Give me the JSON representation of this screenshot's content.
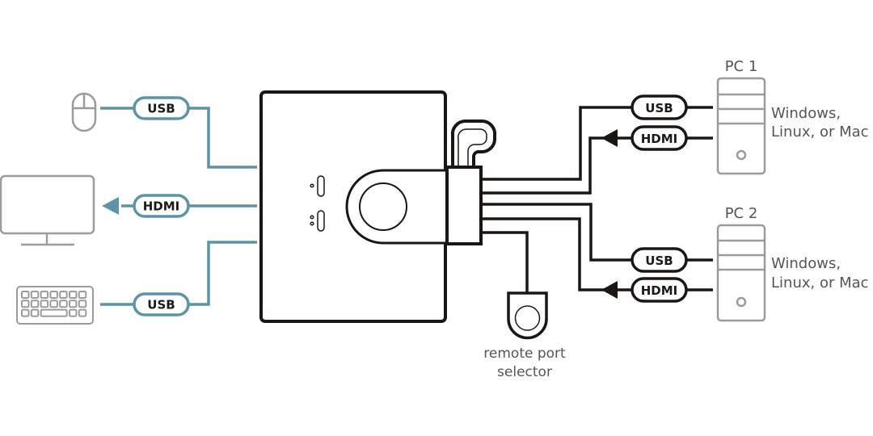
{
  "colors": {
    "teal": "#5b93a8",
    "dark": "#1a1614",
    "gray": "#9b9b9b",
    "text_gray": "#555555"
  },
  "left_side": {
    "mouse": {
      "icon": "mouse-icon",
      "cable_label": "USB"
    },
    "monitor": {
      "icon": "monitor-icon",
      "cable_label": "HDMI"
    },
    "keyboard": {
      "icon": "keyboard-icon",
      "cable_label": "USB"
    }
  },
  "switch": {
    "icon": "kvm-switch-icon",
    "port_indicators": [
      "port-1-led",
      "port-2-led"
    ]
  },
  "remote": {
    "icon": "remote-port-selector-icon",
    "label_line1": "remote port",
    "label_line2": "selector"
  },
  "pcs": [
    {
      "title": "PC 1",
      "os_line1": "Windows,",
      "os_line2": "Linux, or Mac",
      "cables": [
        {
          "label": "USB"
        },
        {
          "label": "HDMI"
        }
      ]
    },
    {
      "title": "PC 2",
      "os_line1": "Windows,",
      "os_line2": "Linux, or Mac",
      "cables": [
        {
          "label": "USB"
        },
        {
          "label": "HDMI"
        }
      ]
    }
  ]
}
